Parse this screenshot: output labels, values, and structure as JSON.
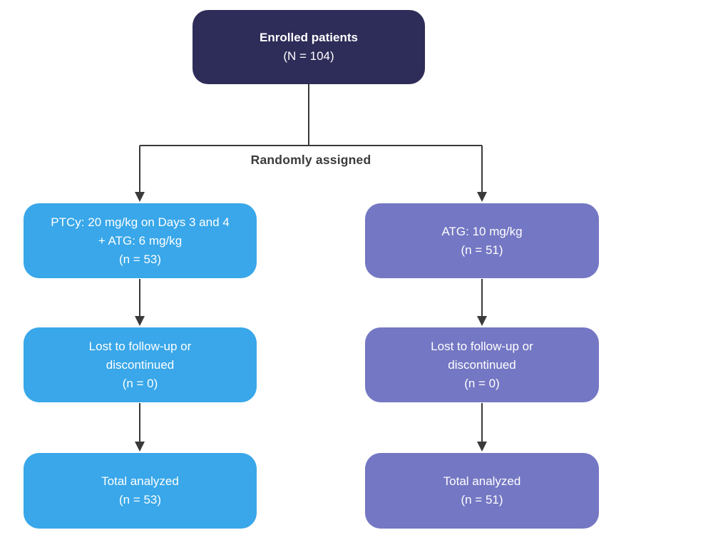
{
  "colors": {
    "navy": "#2e2c58",
    "blue": "#39a7e9",
    "purple": "#7477c3",
    "line": "#3a3a3a",
    "label-text": "#3b3b3b",
    "box-text": "#ffffff",
    "bg": "#ffffff"
  },
  "flow": {
    "enrolled": {
      "line1": "Enrolled patients",
      "line2": "(N = 104)"
    },
    "branch_label": "Randomly assigned",
    "left_arm": {
      "assignment": {
        "line1": "PTCy: 20 mg/kg on Days 3 and 4",
        "line2": "+ ATG: 6 mg/kg",
        "line3": "(n = 53)"
      },
      "followup": {
        "line1": "Lost to follow-up or",
        "line2": "discontinued",
        "line3": "(n = 0)"
      },
      "analyzed": {
        "line1": "Total analyzed",
        "line2": "(n = 53)"
      }
    },
    "right_arm": {
      "assignment": {
        "line1": "ATG: 10 mg/kg",
        "line2": "(n = 51)"
      },
      "followup": {
        "line1": "Lost to follow-up or",
        "line2": "discontinued",
        "line3": "(n = 0)"
      },
      "analyzed": {
        "line1": "Total analyzed",
        "line2": "(n = 51)"
      }
    }
  }
}
